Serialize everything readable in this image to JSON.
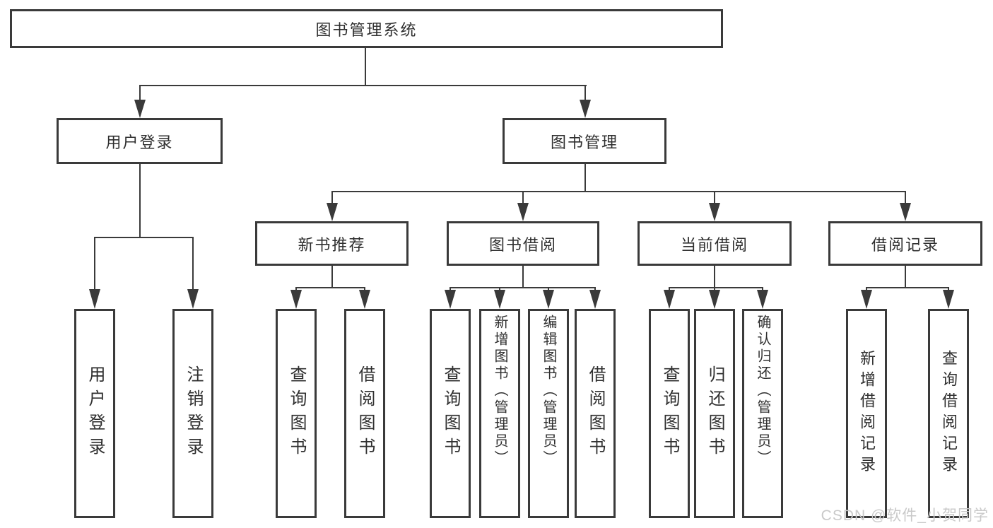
{
  "diagram": {
    "root": {
      "label": "图书管理系统"
    },
    "level2": [
      {
        "label": "用户登录"
      },
      {
        "label": "图书管理"
      }
    ],
    "level3": [
      {
        "label": "新书推荐"
      },
      {
        "label": "图书借阅"
      },
      {
        "label": "当前借阅"
      },
      {
        "label": "借阅记录"
      }
    ],
    "leaves": {
      "user_login": [
        {
          "label": "用户登录"
        },
        {
          "label": "注销登录"
        }
      ],
      "new_book_recommend": [
        {
          "label": "查询图书"
        },
        {
          "label": "借阅图书"
        }
      ],
      "book_borrow": [
        {
          "label": "查询图书"
        },
        {
          "label": "新增图书（管理员）"
        },
        {
          "label": "编辑图书（管理员）"
        },
        {
          "label": "借阅图书"
        }
      ],
      "current_borrow": [
        {
          "label": "查询图书"
        },
        {
          "label": "归还图书"
        },
        {
          "label": "确认归还（管理员）"
        }
      ],
      "borrow_records": [
        {
          "label": "新增借阅记录"
        },
        {
          "label": "查询借阅记录"
        }
      ]
    }
  },
  "colors": {
    "line": "#3a3a3a",
    "text": "#2f2f2f",
    "background": "#ffffff",
    "watermark": "#c9c9c9"
  },
  "watermark": {
    "text": "CSDN @软件_小贺同学"
  }
}
